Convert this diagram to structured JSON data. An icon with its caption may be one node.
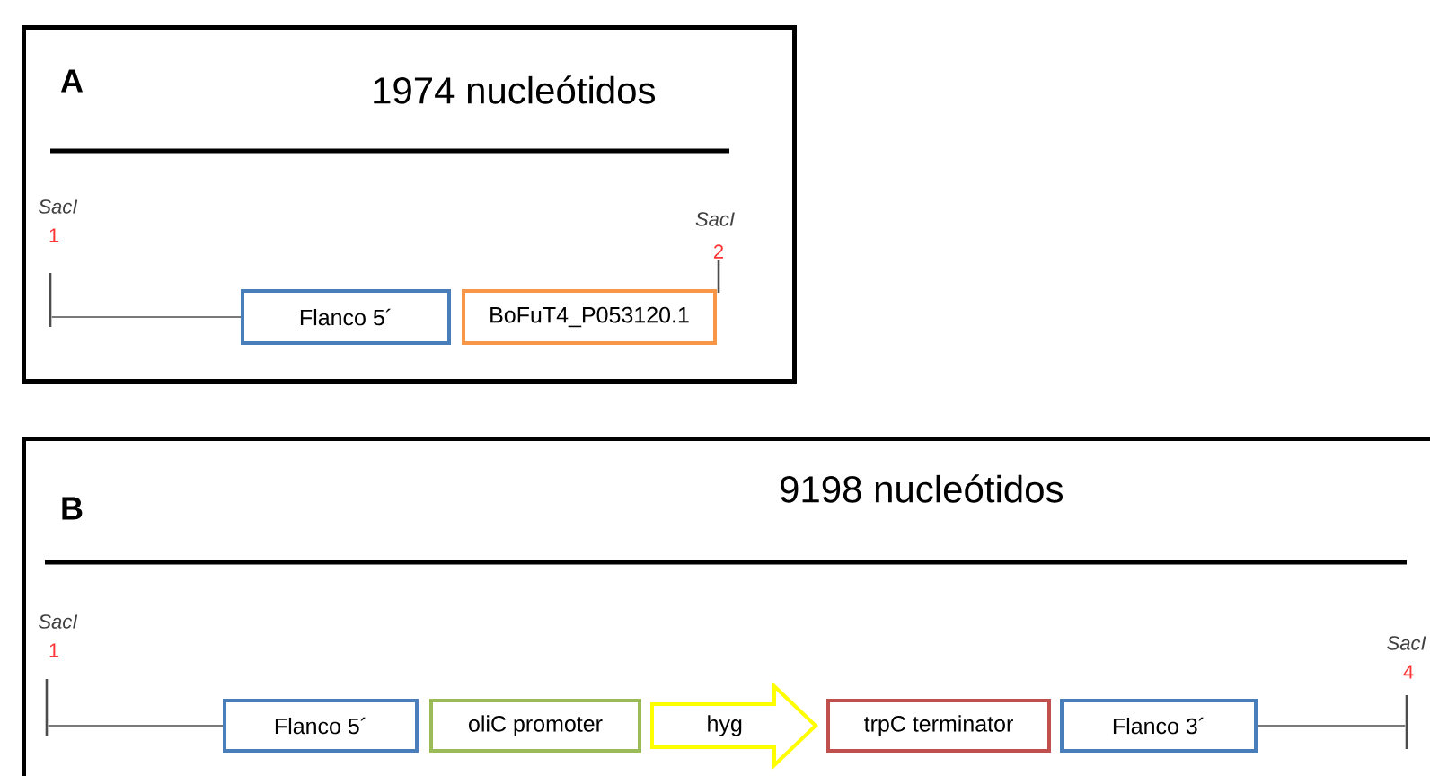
{
  "diagram": {
    "nodes": [
      {
        "text": [
          "A",
          "1974 nucleótidos"
        ]
      },
      {
        "text": [],
        "shape": "bar",
        "in": 0,
        "beside": [
          "SacI",
          "1"
        ]
      },
      {
        "text": [
          "Flanco 5´"
        ],
        "in": 0
      },
      {
        "text": [
          "BoFuT4_P053120.1"
        ],
        "in": 0
      },
      {
        "text": [],
        "shape": "bar",
        "in": 0,
        "beside": [
          "SacI",
          "2"
        ]
      },
      {
        "text": [
          "B",
          "9198 nucleótidos"
        ]
      },
      {
        "text": [],
        "shape": "bar",
        "in": 5,
        "beside": [
          "SacI",
          "1"
        ]
      },
      {
        "text": [
          "Flanco 5´"
        ],
        "in": 5
      },
      {
        "text": [
          "oliC promoter"
        ],
        "in": 5
      },
      {
        "text": [
          "trpC terminator"
        ],
        "in": 5
      },
      {
        "text": [
          "Flanco 3´"
        ],
        "in": 5
      },
      {
        "text": [],
        "shape": "bar",
        "in": 5,
        "beside": [
          "SacI",
          "4"
        ]
      }
    ],
    "edges": [
      {
        "from": 1,
        "to": 2,
        "arrow": "none"
      },
      {
        "from": 6,
        "to": 7,
        "arrow": "none"
      },
      {
        "from": 8,
        "to": 9,
        "arrow": "to",
        "label": "hyg",
        "style": "thick",
        "color": "#ffff00"
      },
      {
        "from": 10,
        "to": 11,
        "arrow": "none"
      }
    ]
  }
}
